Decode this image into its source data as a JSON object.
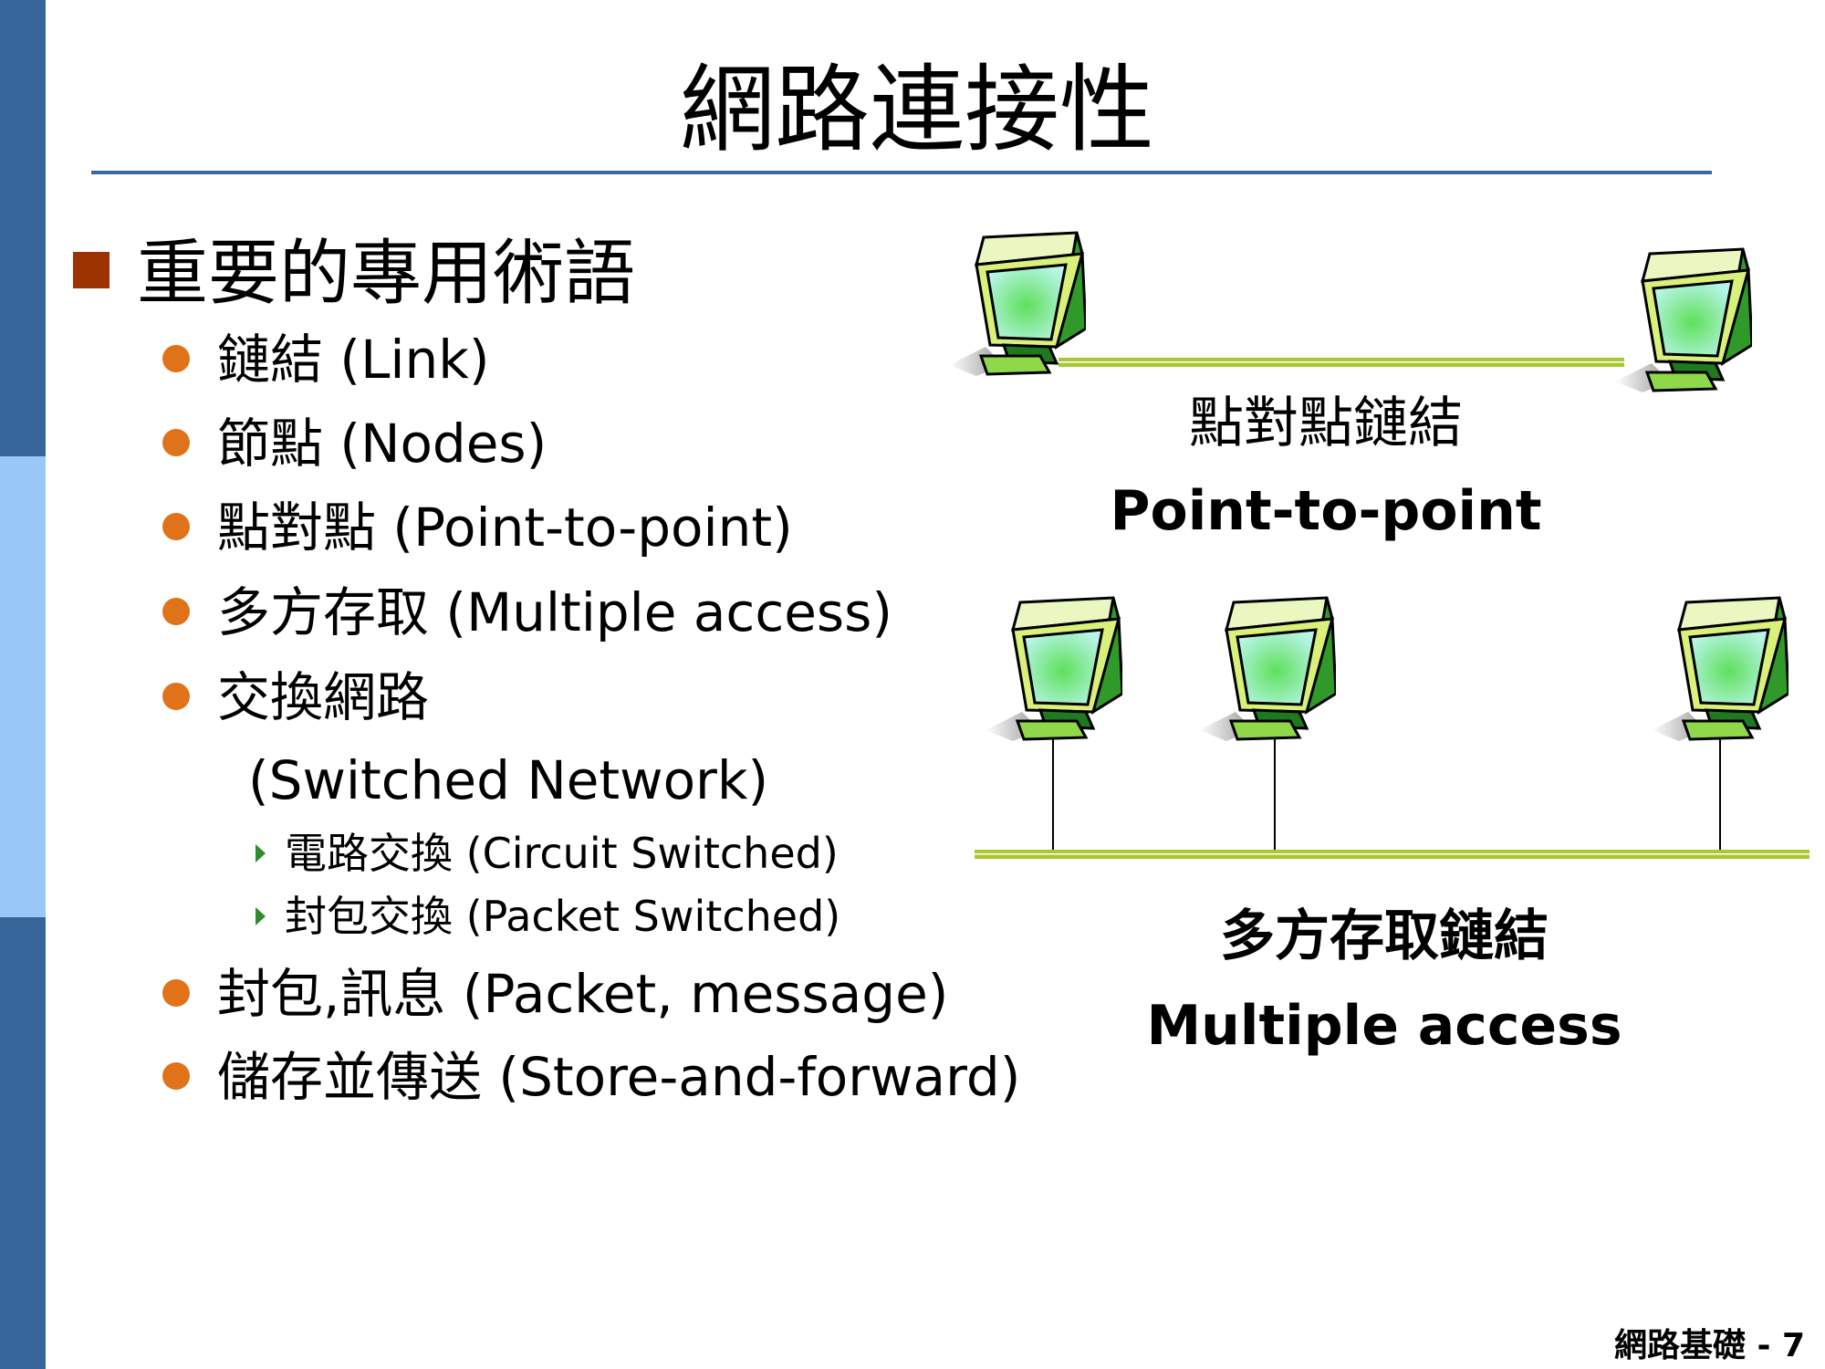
{
  "title": "網路連接性",
  "heading": "重要的專用術語",
  "items": [
    {
      "text": "鏈結 (Link)"
    },
    {
      "text": "節點 (Nodes)"
    },
    {
      "text": "點對點 (Point-to-point)"
    },
    {
      "text": "多方存取 (Multiple access)"
    },
    {
      "text": "交換網路",
      "continuation": "(Switched Network)",
      "subitems": [
        "電路交換 (Circuit Switched)",
        "封包交換 (Packet Switched)"
      ]
    },
    {
      "text": "封包,訊息 (Packet, message)"
    },
    {
      "text": "儲存並傳送 (Store-and-forward)"
    }
  ],
  "diagram": {
    "p2p_label_zh": "點對點鏈結",
    "p2p_label_en": "Point-to-point",
    "ma_label_zh": "多方存取鏈結",
    "ma_label_en": "Multiple access"
  },
  "footer": "網路基礎 - 7",
  "colors": {
    "sidebar_dark": "#36659a",
    "sidebar_light": "#99c8f8",
    "rule": "#3a6a9c",
    "square_bullet": "#9c3300",
    "dot_bullet": "#e0731a",
    "link_line": "#a8c832"
  }
}
